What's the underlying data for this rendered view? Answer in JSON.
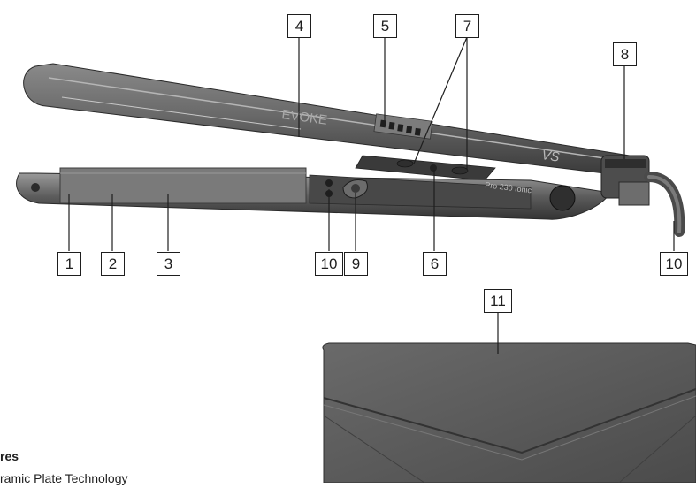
{
  "figure": {
    "product_brand_mark": "VS",
    "product_model_mark": "EVOKE",
    "product_series_mark": "Pro 230 Ionic",
    "callouts": [
      "1",
      "2",
      "3",
      "4",
      "5",
      "6",
      "7",
      "8",
      "9",
      "10",
      "10",
      "11"
    ]
  },
  "caption": {
    "heading_fragment": "res",
    "line_fragment": "ramic Plate Technology"
  },
  "colors": {
    "body_dark": "#4a4a4a",
    "body_mid": "#6e6e6e",
    "body_light": "#9a9a9a",
    "pouch": "#5c5c5c",
    "line": "#1e1e1e"
  }
}
